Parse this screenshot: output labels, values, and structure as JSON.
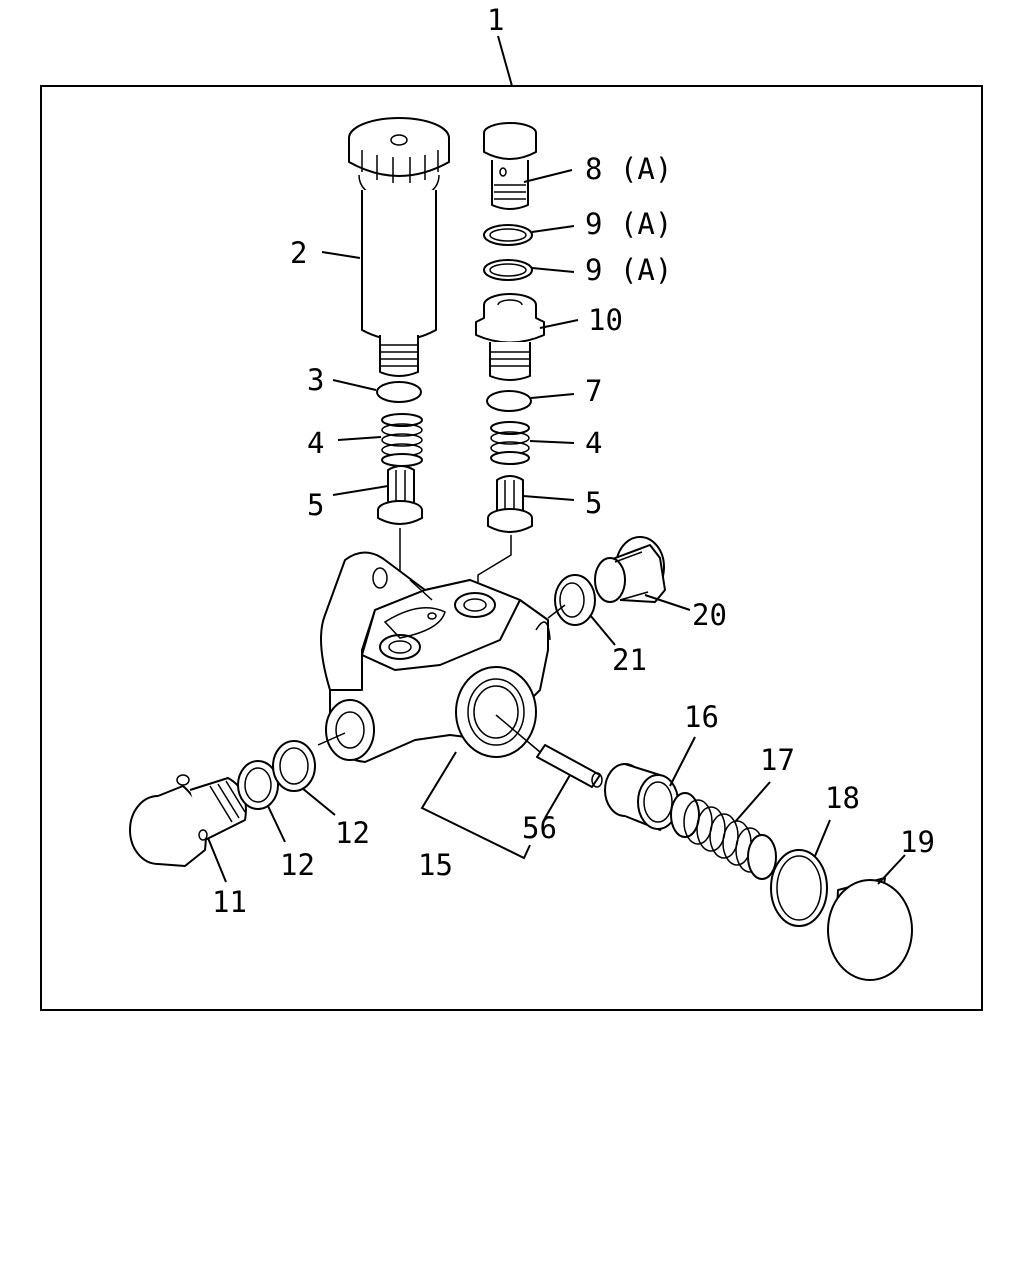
{
  "labels": {
    "assembly": "1",
    "filter": "2",
    "oring_3": "3",
    "spring_left": "4",
    "valve_left": "5",
    "bolt_8": "8 (A)",
    "washer_9a": "9 (A)",
    "washer_9b": "9 (A)",
    "holder_10": "10",
    "oring_7": "7",
    "spring_right": "4",
    "valve_right": "5",
    "plug_20": "20",
    "gasket_21": "21",
    "eyebolt_11": "11",
    "washer_12a": "12",
    "washer_12b": "12",
    "body_15": "15",
    "pin_56": "56",
    "piston_16": "16",
    "spring_17": "17",
    "oring_18": "18",
    "plug_19": "19"
  }
}
